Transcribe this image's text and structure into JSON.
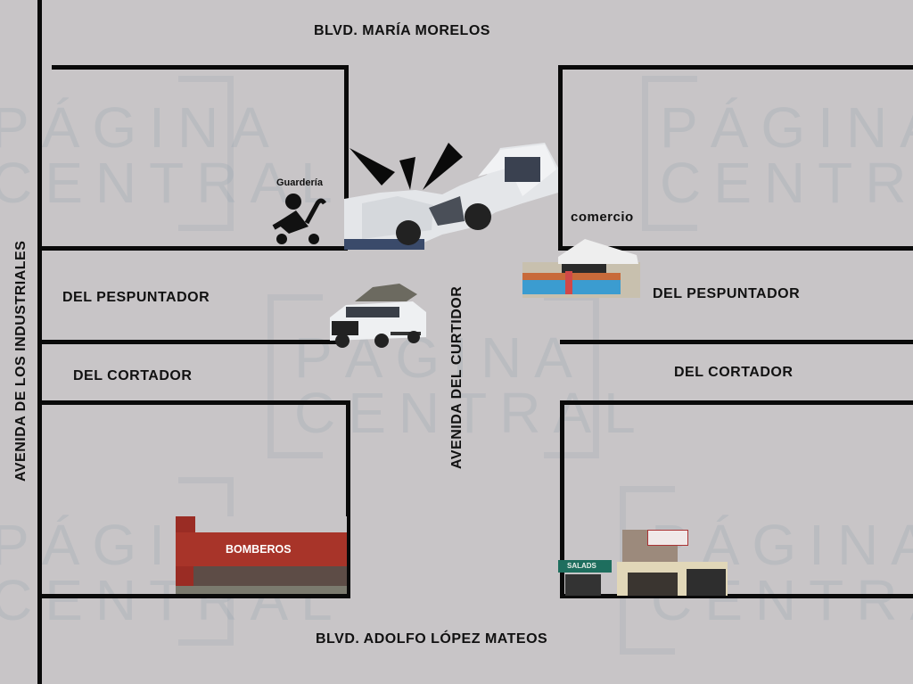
{
  "streets": {
    "top": "BLVD. MARÍA MORELOS",
    "bottom": "BLVD. ADOLFO LÓPEZ MATEOS",
    "left_vertical": "AVENIDA DE LOS INDUSTRIALES",
    "center_vertical": "AVENIDA DEL CURTIDOR",
    "pespuntador_left": "DEL PESPUNTADOR",
    "pespuntador_right": "DEL PESPUNTADOR",
    "cortador_left": "DEL CORTADOR",
    "cortador_right": "DEL CORTADOR"
  },
  "places": {
    "daycare": "Guardería",
    "commerce": "comercio",
    "fire_station_sign": "BOMBEROS",
    "store_sign": "SALADS"
  },
  "watermark": "PÁGINA\nCENTRAL"
}
